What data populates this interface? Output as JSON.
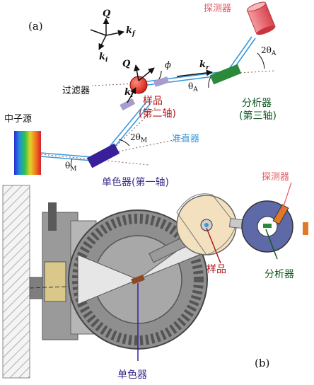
{
  "panel_a": {
    "label": "(a)",
    "detector": "探测器",
    "theta_a_2": "2θ",
    "theta_a_2_sub": "A",
    "q_top": "Q",
    "kf_top": "k",
    "kf_top_sub": "f",
    "ki_top": "k",
    "ki_top_sub": "i",
    "q_mid": "Q",
    "phi": "ϕ",
    "kr": "k",
    "kr_sub": "r",
    "theta_a": "θ",
    "theta_a_sub": "A",
    "filter": "过滤器",
    "ki_mid": "k",
    "ki_mid_sub": "i",
    "sample_1": "样品",
    "sample_2": "(第二轴)",
    "analyzer_1": "分析器",
    "analyzer_2": "(第三轴)",
    "source": "中子源",
    "theta_m_2": "2θ",
    "theta_m_2_sub": "M",
    "collimator": "准直器",
    "theta_m": "θ",
    "theta_m_sub": "M",
    "mono": "单色器(第一轴)"
  },
  "panel_b": {
    "label": "(b)",
    "detector": "探测器",
    "sample": "样品",
    "analyzer": "分析器",
    "mono": "单色器"
  },
  "colors": {
    "detector": "#e45a63",
    "analyzer": "#2a8a3a",
    "sample": "#e02a20",
    "mono": "#3a1f9a",
    "collimator": "#3a9ad9",
    "text": "#111111",
    "sample_label": "#b0191e",
    "analyzer_label": "#0f5a22",
    "mono_label": "#3a2a8a"
  }
}
